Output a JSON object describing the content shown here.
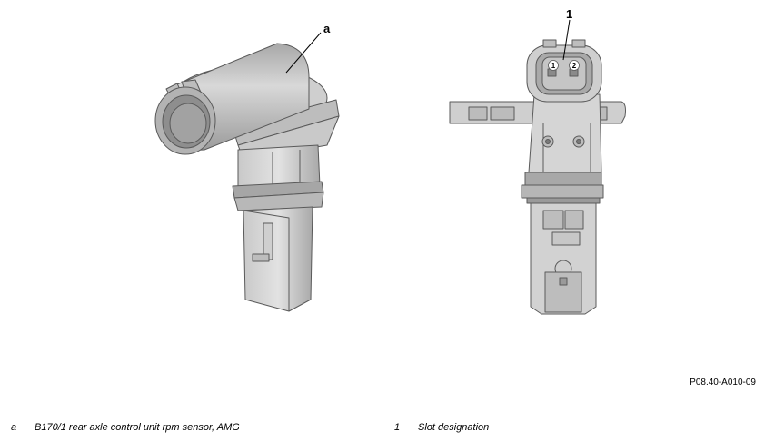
{
  "callouts": {
    "a": "a",
    "one": "1"
  },
  "pins": [
    "1",
    "2"
  ],
  "figure_code": "P08.40-A010-09",
  "legend": [
    {
      "key": "a",
      "text": "B170/1 rear axle control unit rpm sensor, AMG"
    },
    {
      "key": "1",
      "text": "Slot designation"
    }
  ],
  "colors": {
    "body_light": "#dcdcdc",
    "body_mid": "#bfbfbf",
    "body_dark": "#9a9a9a",
    "outline": "#5a5a5a"
  }
}
